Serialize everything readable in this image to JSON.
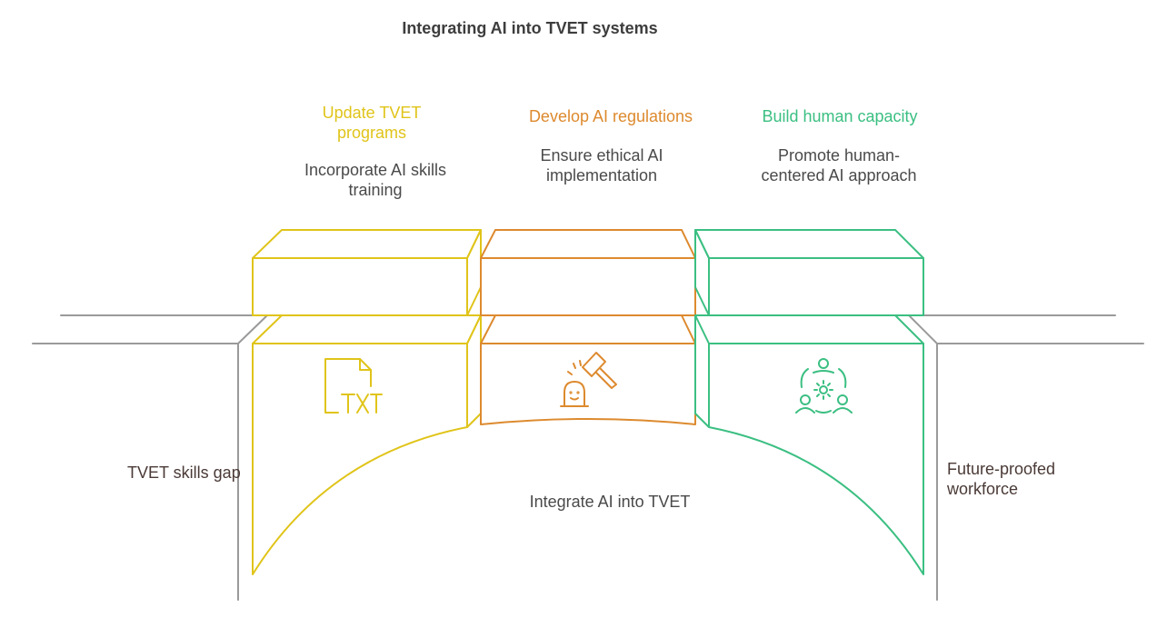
{
  "title": "Integrating AI into TVET systems",
  "colors": {
    "yellow": "#e0c419",
    "orange": "#dd8a2e",
    "green": "#3bbf82",
    "ground": "#9a9a9a",
    "text": "#4a4a4a"
  },
  "pillars": [
    {
      "heading": "Update TVET programs",
      "description": "Incorporate AI skills training",
      "icon": "txt-file-icon"
    },
    {
      "heading": "Develop AI regulations",
      "description": "Ensure ethical AI implementation",
      "icon": "gavel-robot-icon"
    },
    {
      "heading": "Build human capacity",
      "description": "Promote human-centered AI approach",
      "icon": "people-gear-icon"
    }
  ],
  "left_label": "TVET skills gap",
  "right_label": "Future-proofed workforce",
  "bridge_label": "Integrate AI into TVET"
}
